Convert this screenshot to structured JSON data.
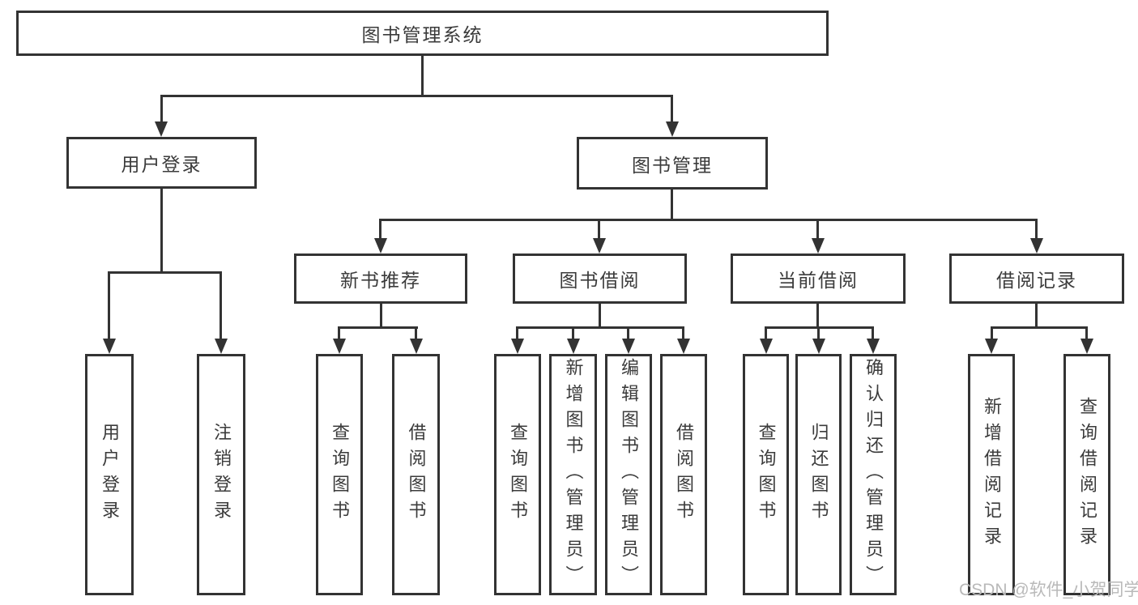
{
  "tree": {
    "label": "图书管理系统",
    "children": [
      {
        "label": "用户登录",
        "children": [
          {
            "label": "用户登录"
          },
          {
            "label": "注销登录"
          }
        ]
      },
      {
        "label": "图书管理",
        "children": [
          {
            "label": "新书推荐",
            "children": [
              {
                "label": "查询图书"
              },
              {
                "label": "借阅图书"
              }
            ]
          },
          {
            "label": "图书借阅",
            "children": [
              {
                "label": "查询图书"
              },
              {
                "label": "新增图书（管理员）"
              },
              {
                "label": "编辑图书（管理员）"
              },
              {
                "label": "借阅图书"
              }
            ]
          },
          {
            "label": "当前借阅",
            "children": [
              {
                "label": "查询图书"
              },
              {
                "label": "归还图书"
              },
              {
                "label": "确认归还（管理员）"
              }
            ]
          },
          {
            "label": "借阅记录",
            "children": [
              {
                "label": "新增借阅记录"
              },
              {
                "label": "查询借阅记录"
              }
            ]
          }
        ]
      }
    ]
  },
  "watermark": {
    "text": "CSDN @软件_小贺同学"
  },
  "colors": {
    "background": "#ffffff",
    "line": "#333333",
    "text": "#3b3b3b",
    "watermark": "#b9b9b9"
  }
}
